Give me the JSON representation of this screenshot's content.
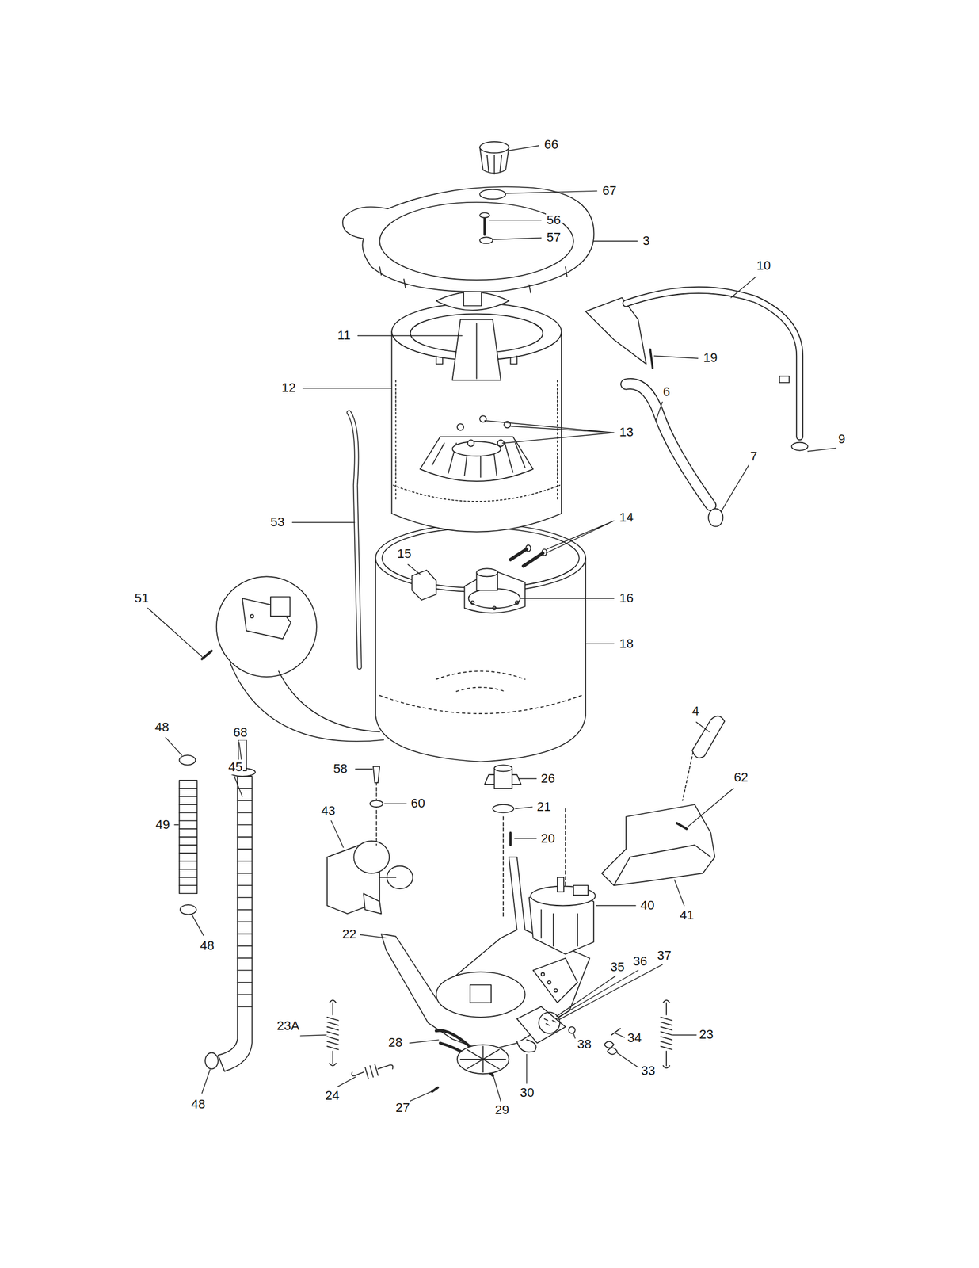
{
  "diagram": {
    "labels": [
      "66",
      "67",
      "56",
      "57",
      "3",
      "10",
      "11",
      "19",
      "12",
      "6",
      "13",
      "7",
      "9",
      "53",
      "14",
      "15",
      "16",
      "18",
      "51",
      "4",
      "48",
      "68",
      "45",
      "58",
      "26",
      "62",
      "60",
      "21",
      "43",
      "49",
      "20",
      "40",
      "41",
      "48",
      "22",
      "35",
      "36",
      "37",
      "23A",
      "23",
      "34",
      "38",
      "28",
      "33",
      "30",
      "24",
      "48",
      "27",
      "29"
    ]
  }
}
